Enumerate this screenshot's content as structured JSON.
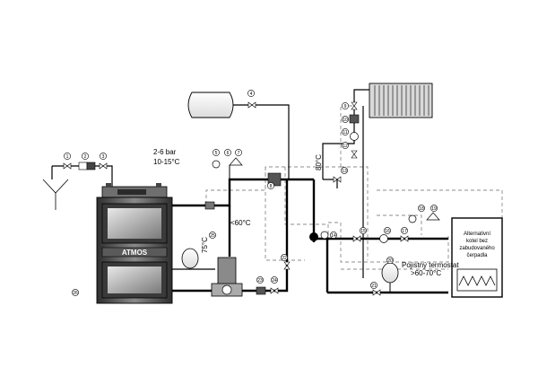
{
  "labels": {
    "pressure": "2-6 bar",
    "temp_range": "10-15°C",
    "lt60": "<60°C",
    "t75": "75°C",
    "t80": "80°C",
    "boiler_brand": "ATMOS",
    "thermostat_line1": "Pojistný termostat",
    "thermostat_line2": ">60-70°C",
    "alt_boiler_1": "Alternativní",
    "alt_boiler_2": "kotel bez",
    "alt_boiler_3": "zabudovaného",
    "alt_boiler_4": "čerpadla"
  },
  "badges": {
    "b1": "1",
    "b2": "2",
    "b3": "3",
    "b4": "4",
    "b5": "5",
    "b6": "6",
    "b7": "7",
    "b8": "8",
    "b9": "9",
    "b10": "10",
    "b11": "11",
    "b12": "12",
    "b13": "13",
    "b14": "14",
    "b15": "15",
    "b16": "16",
    "b17": "17",
    "b18": "18",
    "b19": "19",
    "b20": "20",
    "b21": "21",
    "b22": "22",
    "b23": "23",
    "b24": "24",
    "b25": "25",
    "b26": "26"
  },
  "colors": {
    "pipe": "#000000",
    "control_line": "#8c8c8c",
    "boiler_panel": "#7a7a7a",
    "boiler_dark": "#3c3c3c",
    "radiator": "#d9d9d9"
  }
}
